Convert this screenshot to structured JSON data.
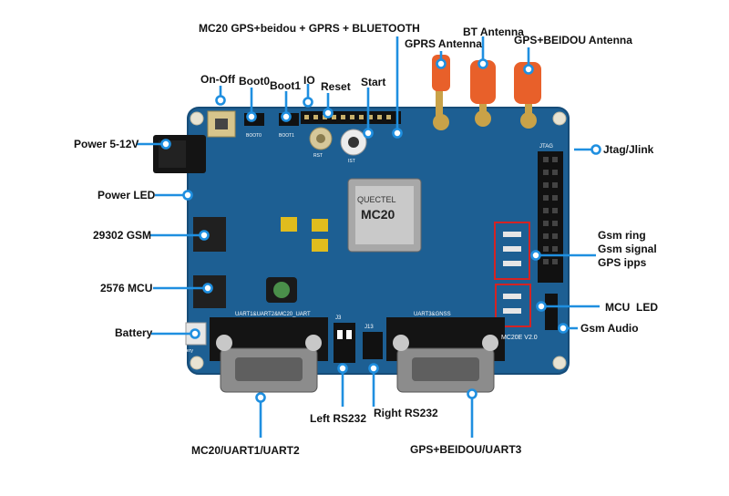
{
  "title": "MC20 GPS+beidou + GPRS + BLUETOOTH",
  "labels": {
    "gprs_antenna": "GPRS Antenna",
    "bt_antenna": "BT Antenna",
    "gps_beidou_antenna": "GPS+BEIDOU Antenna",
    "on_off": "On-Off",
    "boot0": "Boot0",
    "boot1": "Boot1",
    "io": "IO",
    "reset": "Reset",
    "start": "Start",
    "power": "Power 5-12V",
    "power_led": "Power LED",
    "gsm_29302": "29302 GSM",
    "mcu_2576": "2576 MCU",
    "battery": "Battery",
    "jtag": "Jtag/Jlink",
    "gsm_ring": "Gsm ring",
    "gsm_signal": "Gsm signal",
    "gps_ipps": "GPS ipps",
    "mcu_led": "MCU  LED",
    "gsm_audio": "Gsm Audio",
    "left_rs232": "Left RS232",
    "right_rs232": "Right RS232",
    "mc20_uart": "MC20/UART1/UART2",
    "gps_uart3": "GPS+BEIDOU/UART3"
  },
  "board": {
    "module_brand": "QUECTEL",
    "module_model": "MC20",
    "silk_uart_left": "UART1&UART2&MC20_UART",
    "silk_uart_right": "UART3&GNSS",
    "silk_version": "MC20E V2.0",
    "silk_jtag": "JTAG",
    "silk_battery": "Battery",
    "silk_boot0": "BOOT0",
    "silk_boot1": "BOOT1",
    "silk_rst": "RST",
    "silk_ist": "IST",
    "silk_j13": "J13",
    "silk_j3": "J3"
  },
  "colors": {
    "pcb": "#1d5f93",
    "pcb_dark": "#164c78",
    "accent_line": "#1f8fe0",
    "antenna_cap": "#e8602a",
    "highlight_box": "#d42323"
  }
}
